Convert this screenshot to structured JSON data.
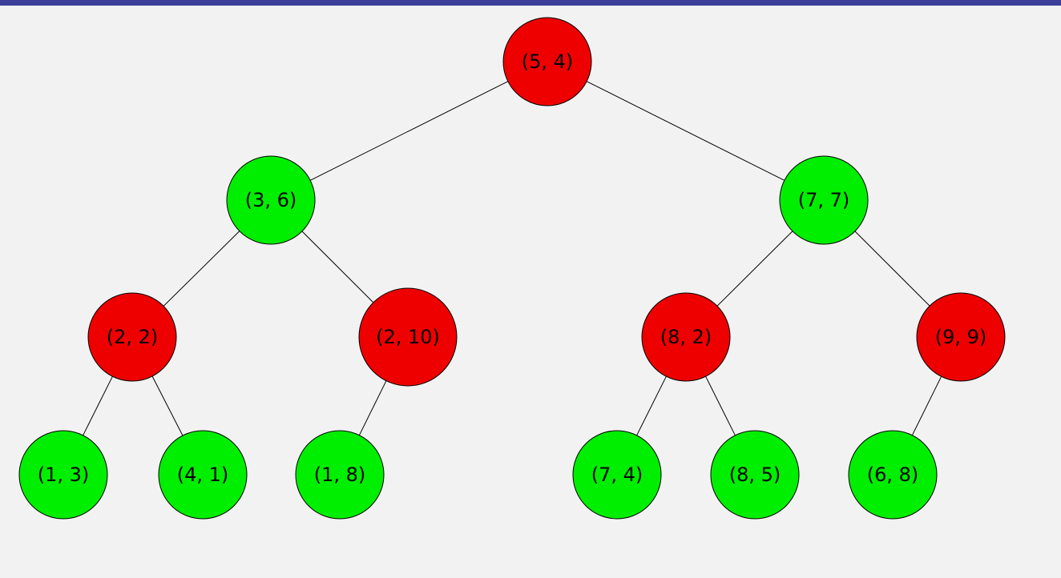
{
  "colors": {
    "header_bar": "#3b3f9a",
    "background": "#f2f2f2",
    "red_node": "#ee0000",
    "green_node": "#00ee00"
  },
  "tree": {
    "nodes": [
      {
        "id": "n54",
        "label": "(5, 4)",
        "color": "red"
      },
      {
        "id": "n36",
        "label": "(3, 6)",
        "color": "green"
      },
      {
        "id": "n77",
        "label": "(7, 7)",
        "color": "green"
      },
      {
        "id": "n22",
        "label": "(2, 2)",
        "color": "red"
      },
      {
        "id": "n210",
        "label": "(2, 10)",
        "color": "red"
      },
      {
        "id": "n82",
        "label": "(8, 2)",
        "color": "red"
      },
      {
        "id": "n99",
        "label": "(9, 9)",
        "color": "red"
      },
      {
        "id": "n13",
        "label": "(1, 3)",
        "color": "green"
      },
      {
        "id": "n41",
        "label": "(4, 1)",
        "color": "green"
      },
      {
        "id": "n18",
        "label": "(1, 8)",
        "color": "green"
      },
      {
        "id": "n74",
        "label": "(7, 4)",
        "color": "green"
      },
      {
        "id": "n85",
        "label": "(8, 5)",
        "color": "green"
      },
      {
        "id": "n68",
        "label": "(6, 8)",
        "color": "green"
      }
    ],
    "edges": [
      [
        "n54",
        "n36"
      ],
      [
        "n54",
        "n77"
      ],
      [
        "n36",
        "n22"
      ],
      [
        "n36",
        "n210"
      ],
      [
        "n77",
        "n82"
      ],
      [
        "n77",
        "n99"
      ],
      [
        "n22",
        "n13"
      ],
      [
        "n22",
        "n41"
      ],
      [
        "n210",
        "n18"
      ],
      [
        "n82",
        "n74"
      ],
      [
        "n82",
        "n85"
      ],
      [
        "n99",
        "n68"
      ]
    ]
  }
}
